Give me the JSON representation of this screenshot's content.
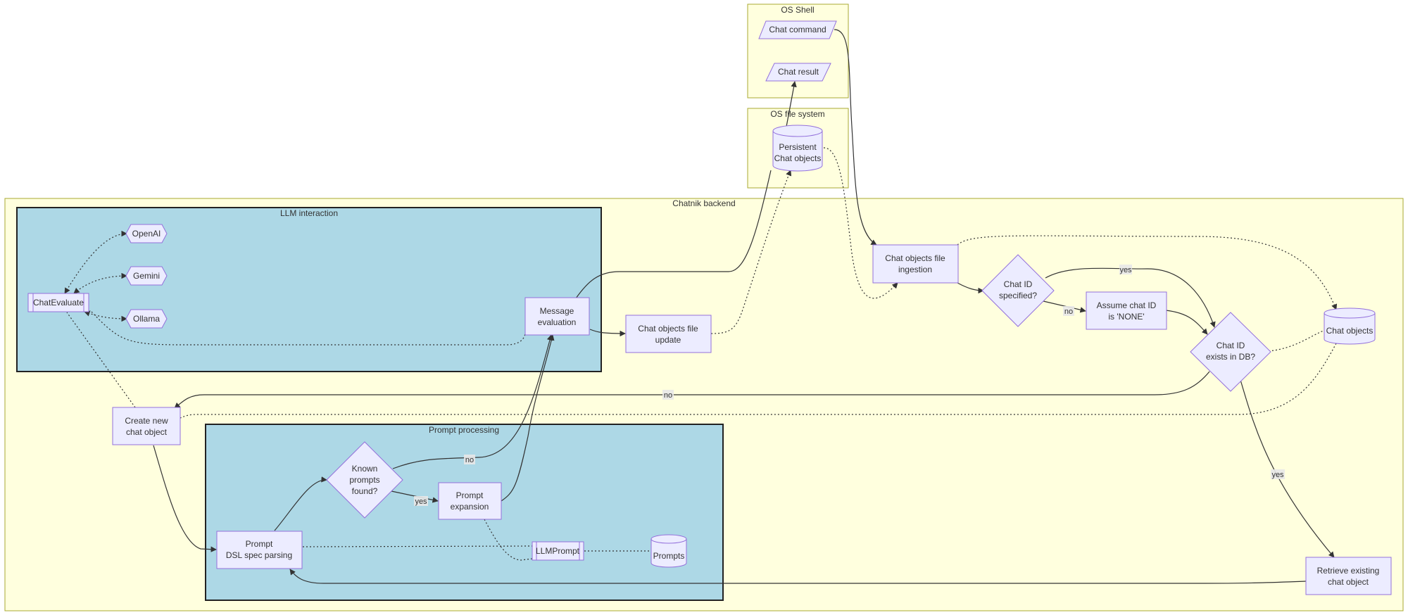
{
  "clusters": {
    "os_shell": "OS Shell",
    "os_fs": "OS file system",
    "backend": "Chatnik backend",
    "llm": "LLM interaction",
    "prompt": "Prompt processing"
  },
  "nodes": {
    "chat_command": "Chat command",
    "chat_result": "Chat result",
    "persistent_1": "Persistent",
    "persistent_2": "Chat objects",
    "ingestion_1": "Chat objects file",
    "ingestion_2": "ingestion",
    "chatid_spec_1": "Chat ID",
    "chatid_spec_2": "specified?",
    "assume_1": "Assume chat ID",
    "assume_2": "is 'NONE'",
    "chatid_db_1": "Chat ID",
    "chatid_db_2": "exists in DB?",
    "chat_objects": "Chat objects",
    "retrieve_1": "Retrieve existing",
    "retrieve_2": "chat object",
    "create_1": "Create new",
    "create_2": "chat object",
    "chat_evaluate": "ChatEvaluate",
    "openai": "OpenAI",
    "gemini": "Gemini",
    "ollama": "Ollama",
    "msg_eval_1": "Message",
    "msg_eval_2": "evaluation",
    "update_1": "Chat objects file",
    "update_2": "update",
    "dsl_1": "Prompt",
    "dsl_2": "DSL spec parsing",
    "known_1": "Known",
    "known_2": "prompts",
    "known_3": "found?",
    "expansion_1": "Prompt",
    "expansion_2": "expansion",
    "llmprompt": "LLMPrompt",
    "prompts": "Prompts"
  },
  "edge_labels": {
    "yes_spec": "yes",
    "no_spec": "no",
    "no_db": "no",
    "yes_db": "yes",
    "no_known": "no",
    "yes_known": "yes"
  },
  "colors": {
    "cluster_fill": "#ffffde",
    "cluster_stroke": "#aaaa33",
    "inner_cluster_fill": "#add8e6",
    "node_fill": "#ececff",
    "node_stroke": "#9370db",
    "edge": "#333333"
  }
}
